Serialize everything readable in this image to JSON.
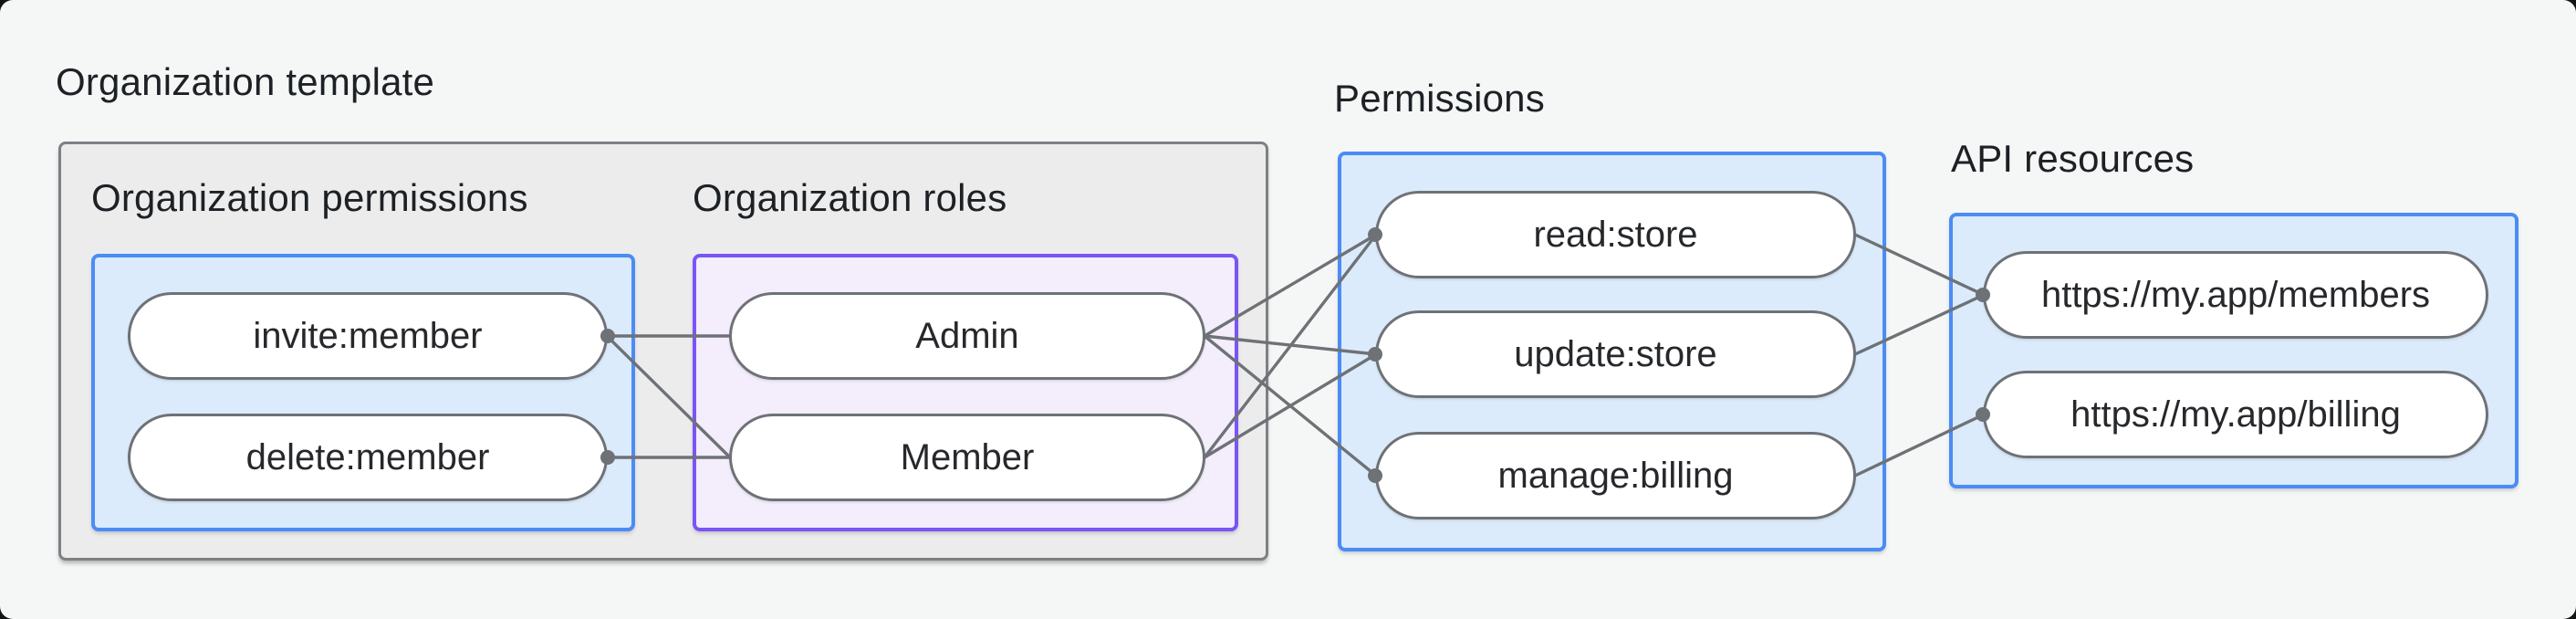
{
  "labels": {
    "org_template": "Organization template",
    "org_permissions": "Organization permissions",
    "org_roles": "Organization roles",
    "permissions": "Permissions",
    "api_resources": "API resources"
  },
  "nodes": {
    "invite_member": "invite:member",
    "delete_member": "delete:member",
    "admin": "Admin",
    "member": "Member",
    "read_store": "read:store",
    "update_store": "update:store",
    "manage_billing": "manage:billing",
    "api_members": "https://my.app/members",
    "api_billing": "https://my.app/billing"
  },
  "edges": [
    {
      "from": "invite_member",
      "to": "admin"
    },
    {
      "from": "invite_member",
      "to": "member"
    },
    {
      "from": "delete_member",
      "to": "member"
    },
    {
      "from": "admin",
      "to": "read_store"
    },
    {
      "from": "admin",
      "to": "update_store"
    },
    {
      "from": "admin",
      "to": "manage_billing"
    },
    {
      "from": "member",
      "to": "read_store"
    },
    {
      "from": "member",
      "to": "update_store"
    },
    {
      "from": "read_store",
      "to": "api_members"
    },
    {
      "from": "update_store",
      "to": "api_members"
    },
    {
      "from": "manage_billing",
      "to": "api_billing"
    }
  ],
  "dots": [
    {
      "node": "invite_member",
      "side": "right"
    },
    {
      "node": "delete_member",
      "side": "right"
    },
    {
      "node": "read_store",
      "side": "left"
    },
    {
      "node": "update_store",
      "side": "left"
    },
    {
      "node": "manage_billing",
      "side": "left"
    },
    {
      "node": "api_members",
      "side": "left"
    },
    {
      "node": "api_billing",
      "side": "left"
    }
  ],
  "connector_style": {
    "line_width": 3.4,
    "dot_radius": 8
  },
  "colors": {
    "canvas_bg": "#f5f7f6",
    "label_text": "#1d2125",
    "pill_text": "#26282b",
    "pill_fill": "#ffffff",
    "pill_border": "#6e7276",
    "connector": "#6e7276",
    "gray_fill": "#ececec",
    "gray_border": "#7d8185",
    "blue_fill": "#dcebfb",
    "blue_border": "#4b8cf5",
    "purple_fill": "#f3edfc",
    "purple_border": "#7a55f5"
  }
}
